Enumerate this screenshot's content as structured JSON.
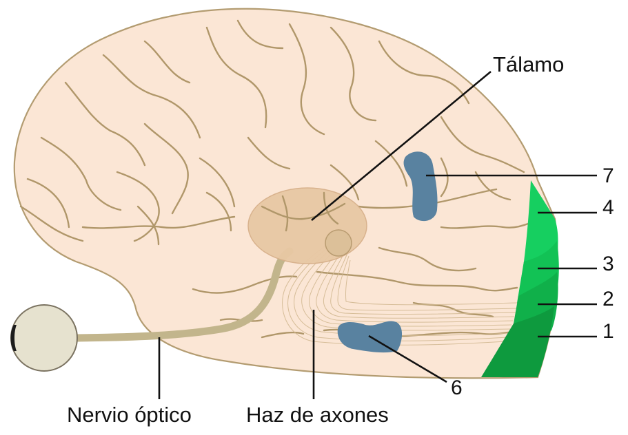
{
  "labels": {
    "thalamus": "Tálamo",
    "optic_nerve": "Nervio óptico",
    "axon_bundle": "Haz de axones",
    "n7": "7",
    "n4": "4",
    "n3": "3",
    "n2": "2",
    "n1": "1",
    "n6": "6"
  },
  "colors": {
    "brain_fill": "#fbe6d5",
    "brain_outline": "#b39c71",
    "sulcus": "#b0976a",
    "thalamus_fill": "#e8c8a4",
    "nucleus_fill": "#dcc099",
    "optic_nerve": "#c2b58c",
    "eye_fill": "#e6e2cf",
    "pupil": "#1c1c1c",
    "blue_region": "#5982a0",
    "green_1": "#0e9a3e",
    "green_2": "#10b04a",
    "green_3": "#12c255",
    "green_4": "#16cf60",
    "leader_line": "#111111"
  }
}
